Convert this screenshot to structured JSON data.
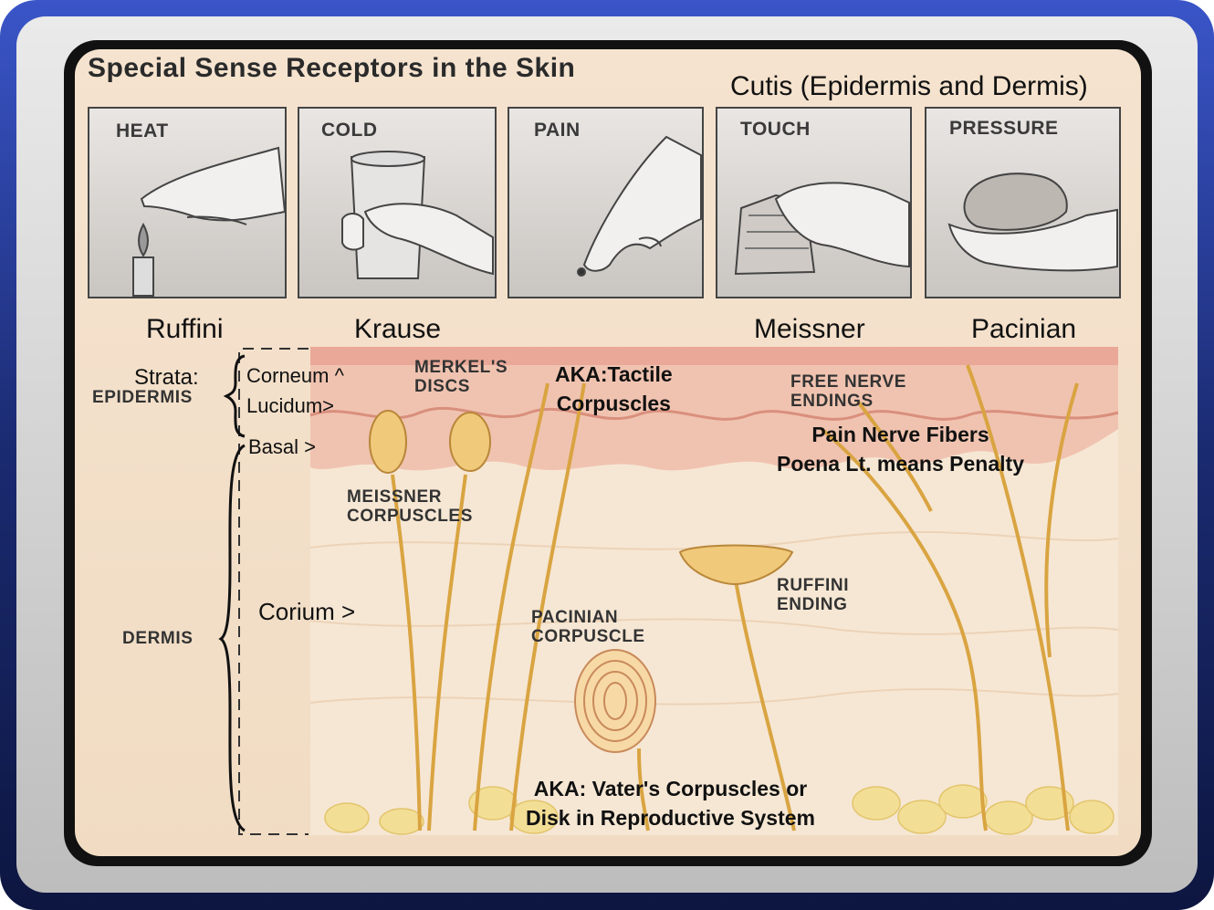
{
  "title": "Special Sense Receptors in the Skin",
  "subtitle": "Cutis (Epidermis and Dermis)",
  "panels": [
    {
      "label": "HEAT",
      "icon": "candle-flame-hand-icon"
    },
    {
      "label": "COLD",
      "icon": "ice-glass-hand-icon"
    },
    {
      "label": "PAIN",
      "icon": "pin-prick-finger-icon"
    },
    {
      "label": "TOUCH",
      "icon": "hand-touch-object-icon"
    },
    {
      "label": "PRESSURE",
      "icon": "hand-press-stone-icon"
    }
  ],
  "receptor_names": [
    "Ruffini",
    "Krause",
    "Meissner",
    "Pacinian"
  ],
  "strata": {
    "heading": "Strata:",
    "corneum": "Corneum ^",
    "lucidum": "Lucidum>",
    "basal": "Basal  >",
    "corium": "Corium >"
  },
  "layers": {
    "epidermis": "EPIDERMIS",
    "dermis": "DERMIS"
  },
  "structures": {
    "merkel": [
      "MERKEL'S",
      "DISCS"
    ],
    "meissner": [
      "MEISSNER",
      "CORPUSCLES"
    ],
    "free_nerve": [
      "FREE NERVE",
      "ENDINGS"
    ],
    "ruffini": [
      "RUFFINI",
      "ENDING"
    ],
    "pacinian": [
      "PACINIAN",
      "CORPUSCLE"
    ]
  },
  "annotations": {
    "tactile": [
      "AKA:Tactile",
      "Corpuscles"
    ],
    "pain": [
      "Pain Nerve Fibers",
      "Poena Lt. means Penalty"
    ],
    "vater": [
      "AKA: Vater's Corpuscles or",
      "Disk in Reproductive System"
    ]
  },
  "colors": {
    "background": "#f3dfc8",
    "frame_dark": "#111111",
    "frame_blue": "#2a3f9a",
    "nerve": "#d9a441",
    "epidermis_pink": "#e8a99a",
    "fat": "#f2dc8c"
  }
}
